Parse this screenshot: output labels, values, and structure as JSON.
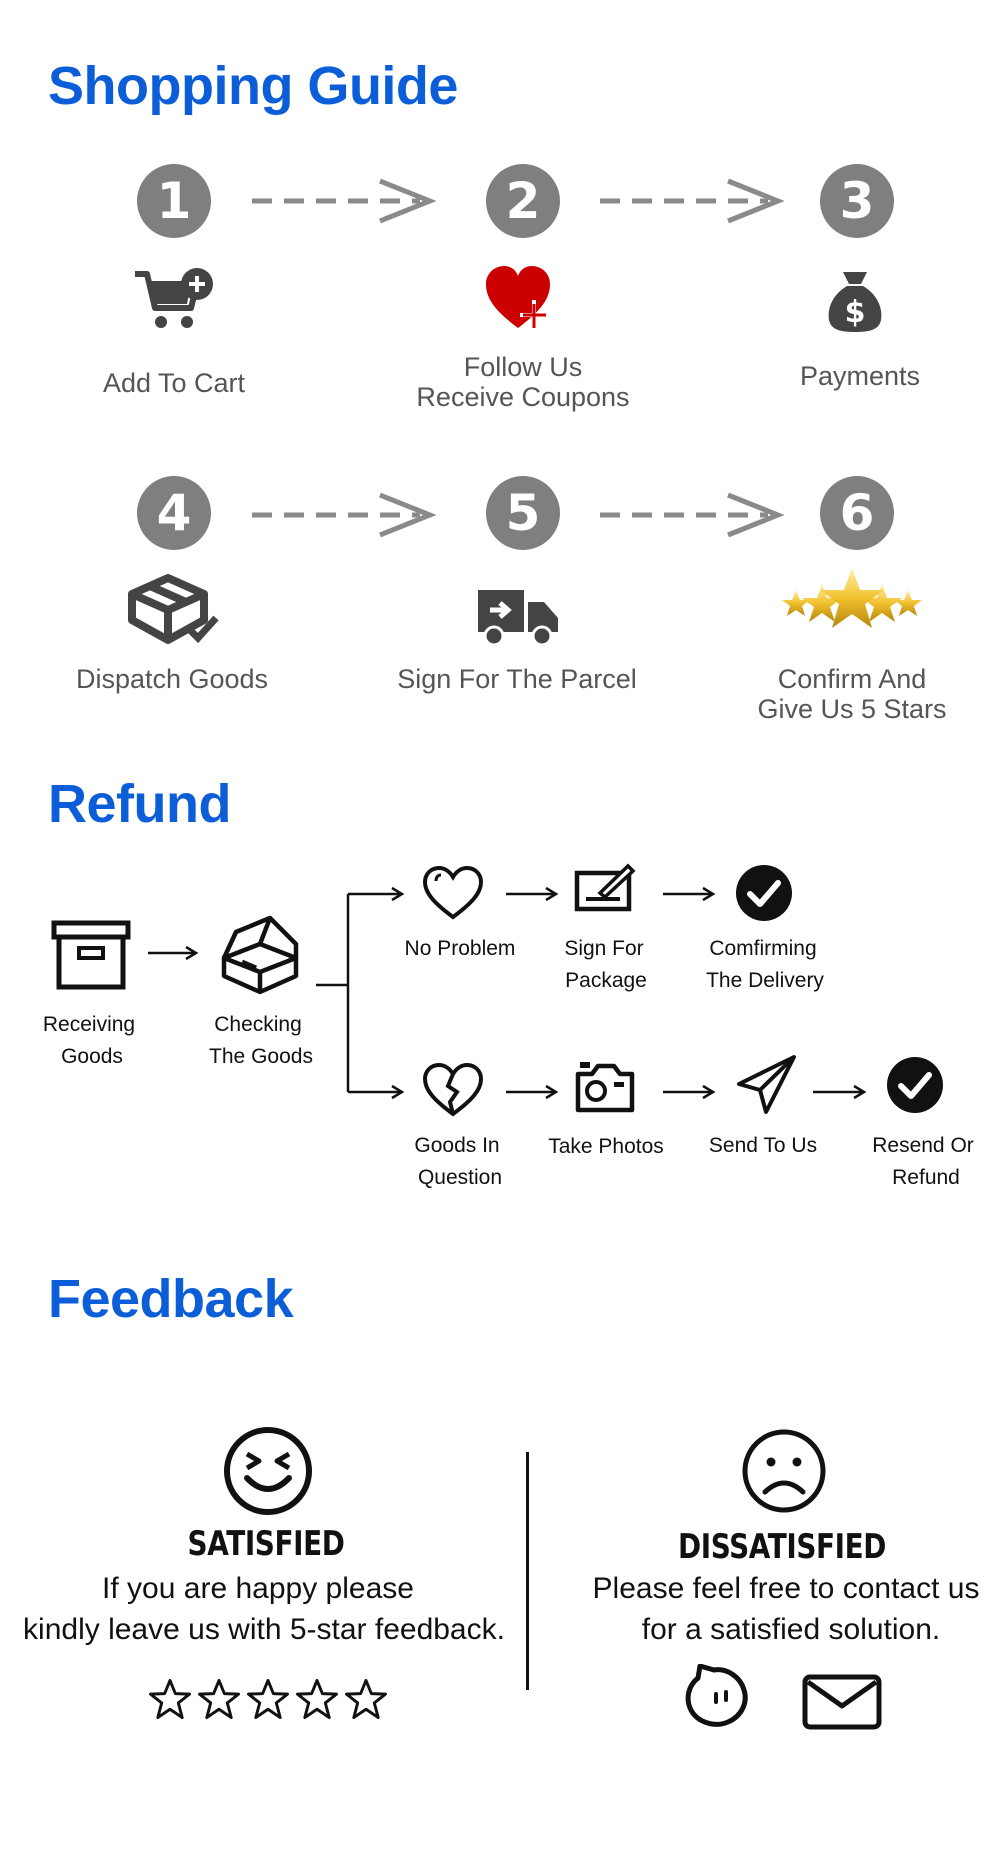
{
  "shopping_guide": {
    "title": "Shopping Guide",
    "steps": [
      {
        "number": "1",
        "label": "Add To Cart",
        "icon": "cart-add-icon"
      },
      {
        "number": "2",
        "label_line1": "Follow Us",
        "label_line2": "Receive Coupons",
        "icon": "heart-plus-icon"
      },
      {
        "number": "3",
        "label": "Payments",
        "icon": "money-bag-icon"
      },
      {
        "number": "4",
        "label": "Dispatch Goods",
        "icon": "box-check-icon"
      },
      {
        "number": "5",
        "label": "Sign For The Parcel",
        "icon": "truck-icon"
      },
      {
        "number": "6",
        "label_line1": "Confirm And",
        "label_line2": "Give Us 5 Stars",
        "icon": "gold-stars-icon"
      }
    ]
  },
  "refund": {
    "title": "Refund",
    "receiving": {
      "line1": "Receiving",
      "line2": "Goods"
    },
    "checking": {
      "line1": "Checking",
      "line2": "The Goods"
    },
    "top_branch": [
      {
        "line1": "No Problem"
      },
      {
        "line1": "Sign For",
        "line2": "Package"
      },
      {
        "line1": "Comfirming",
        "line2": "The Delivery"
      }
    ],
    "bottom_branch": [
      {
        "line1": "Goods In",
        "line2": "Question"
      },
      {
        "line1": "Take Photos"
      },
      {
        "line1": "Send To Us"
      },
      {
        "line1": "Resend Or",
        "line2": "Refund"
      }
    ]
  },
  "feedback": {
    "title": "Feedback",
    "satisfied": {
      "title": "SATISFIED",
      "line1": "If you are happy please",
      "line2": "kindly leave us with 5-star feedback.",
      "star_count": 5
    },
    "dissatisfied": {
      "title": "DISSATISFIED",
      "line1": "Please feel free to contact us",
      "line2": "for a satisfied solution."
    }
  },
  "colors": {
    "heading": "#0b5ed7",
    "step_circle": "#7f7f7f",
    "heart": "#cc0000",
    "gold": "#f2c12e"
  }
}
